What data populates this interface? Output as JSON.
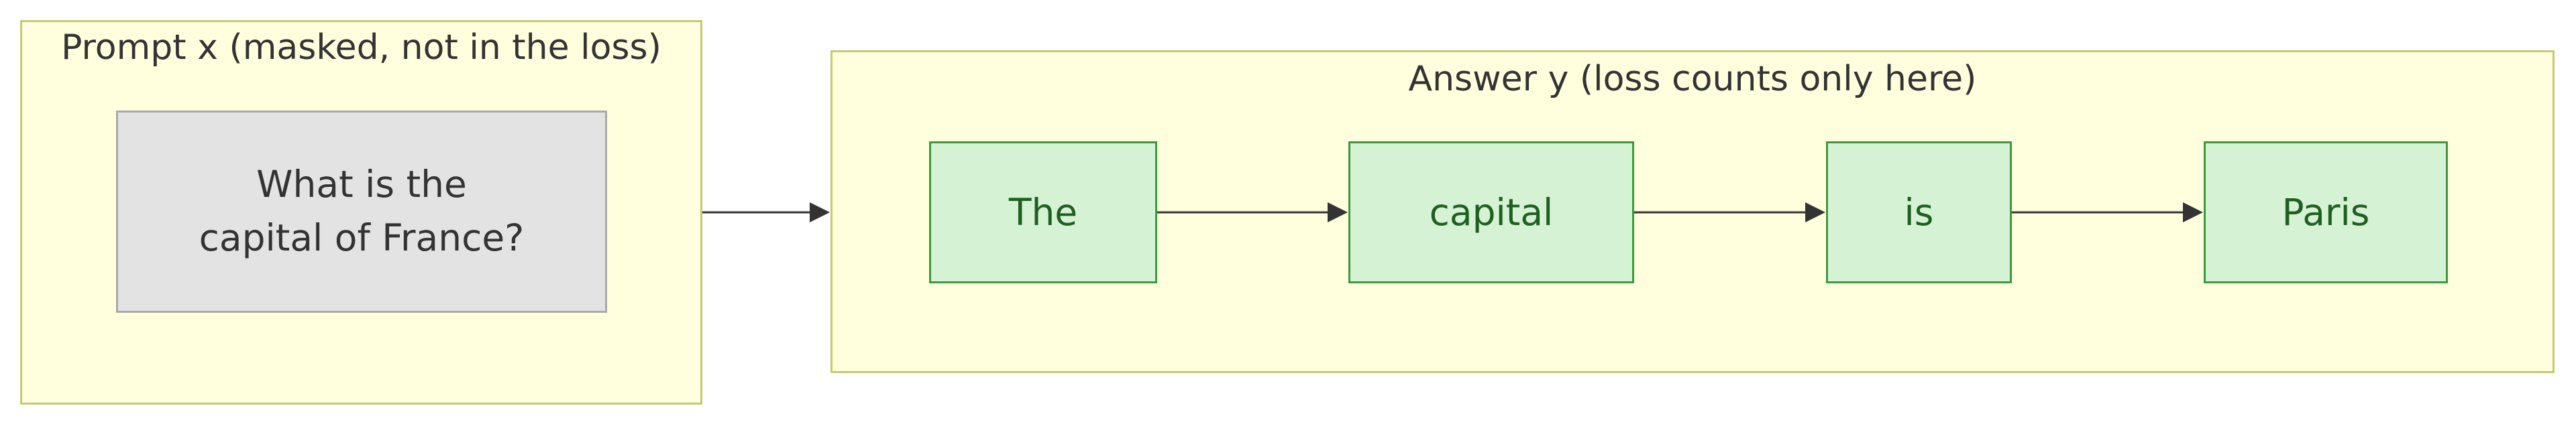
{
  "diagram": {
    "prompt_cluster": {
      "label": "Prompt x (masked, not in the loss)"
    },
    "prompt_node": {
      "line1": "What is the",
      "line2": "capital of France?"
    },
    "answer_cluster": {
      "label": "Answer y (loss counts only here)"
    },
    "tokens": [
      {
        "text": "The"
      },
      {
        "text": "capital"
      },
      {
        "text": "is"
      },
      {
        "text": "Paris"
      }
    ],
    "colors": {
      "cluster_fill": "#ffffde",
      "cluster_border": "#c8c873",
      "prompt_fill": "#e3e3e3",
      "prompt_border": "#a9a9a9",
      "token_fill": "#d5f2d5",
      "token_border": "#3c9a3c",
      "token_text": "#1f5f1f",
      "edge": "#333333"
    }
  }
}
